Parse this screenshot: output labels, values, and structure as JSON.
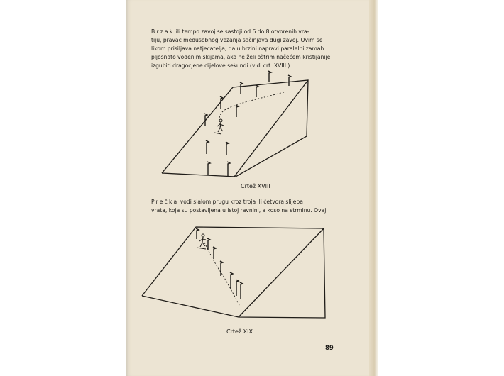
{
  "paragraphs": {
    "first": {
      "lead": "Brzak",
      "lines": [
        " ili tempo zavoj se sastoji od 6 do 8 otvorenih vra-",
        "tiju, pravac međusobnog vezanja sačinjava dugi zavoj. Ovim se",
        "likom prisiljava natjecatelja, da u brzini napravi paralelni zamah",
        "pljosnato vođenim skijama, ako ne želi oštrim načećem kristijanije",
        "izgubiti dragocjene dijelove sekundi (vidi crt. XVIII.)."
      ]
    },
    "second": {
      "lead": "Prečka",
      "lines": [
        " vodi slalom prugu kroz troja ili četvora slijepa",
        "vrata, koja su postavljena u istoj ravnini, a koso na strminu. Ovaj"
      ]
    }
  },
  "figures": {
    "xviii": {
      "caption": "Crtež XVIII"
    },
    "xix": {
      "caption": "Crtež XIX"
    }
  },
  "page_number": "89"
}
